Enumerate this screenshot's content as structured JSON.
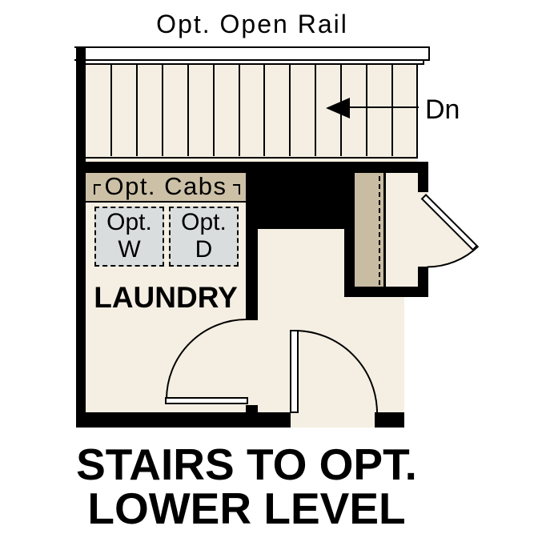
{
  "stairs": {
    "rail_label": "Opt. Open Rail",
    "down_label": "Dn",
    "tread_count": 13
  },
  "laundry": {
    "room_label": "LAUNDRY",
    "cabinets_label": "Opt. Cabs",
    "washer": {
      "line1": "Opt.",
      "line2": "W"
    },
    "dryer": {
      "line1": "Opt.",
      "line2": "D"
    }
  },
  "caption": {
    "line1": "STAIRS TO OPT.",
    "line2": "LOWER LEVEL"
  },
  "colors": {
    "wall": "#000000",
    "floor": "#F5EFE3",
    "cabinet": "#CCC0A6",
    "closet_shelf": "#C8BCA3",
    "appliance": "#DADDDD",
    "background": "#FFFFFF"
  }
}
